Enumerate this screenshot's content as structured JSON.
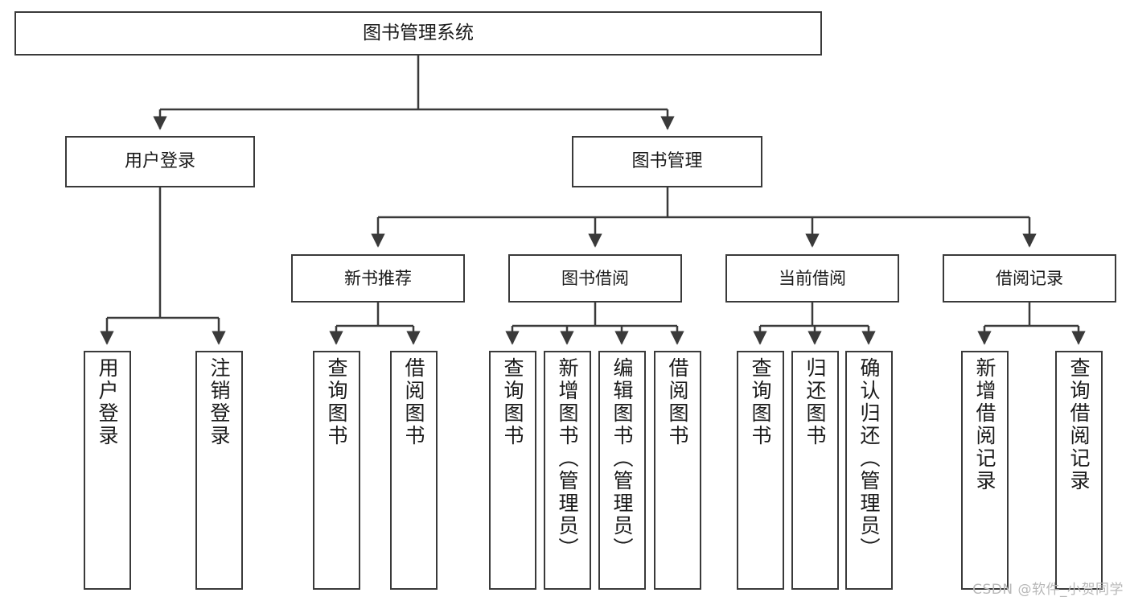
{
  "diagram": {
    "title": "图书管理系统",
    "type": "tree-hierarchy-functional-structure",
    "root": {
      "label": "图书管理系统"
    },
    "level1": [
      {
        "label": "用户登录"
      },
      {
        "label": "图书管理"
      }
    ],
    "level2": [
      {
        "label": "新书推荐"
      },
      {
        "label": "图书借阅"
      },
      {
        "label": "当前借阅"
      },
      {
        "label": "借阅记录"
      }
    ],
    "leaves": {
      "user_login": [
        {
          "label": "用户登录"
        },
        {
          "label": "注销登录"
        }
      ],
      "new_book_recommend": [
        {
          "label": "查询图书"
        },
        {
          "label": "借阅图书"
        }
      ],
      "book_borrow": [
        {
          "label": "查询图书"
        },
        {
          "label": "新增图书（管理员）"
        },
        {
          "label": "编辑图书（管理员）"
        },
        {
          "label": "借阅图书"
        }
      ],
      "current_borrow": [
        {
          "label": "查询图书"
        },
        {
          "label": "归还图书"
        },
        {
          "label": "确认归还（管理员）"
        }
      ],
      "borrow_records": [
        {
          "label": "新增借阅记录"
        },
        {
          "label": "查询借阅记录"
        }
      ]
    }
  },
  "watermark": {
    "text": "CSDN @软件_小贺同学"
  },
  "colors": {
    "stroke": "#3a3a3a",
    "background": "#ffffff",
    "text": "#1a1a1a",
    "watermark": "#b8b8b8"
  }
}
